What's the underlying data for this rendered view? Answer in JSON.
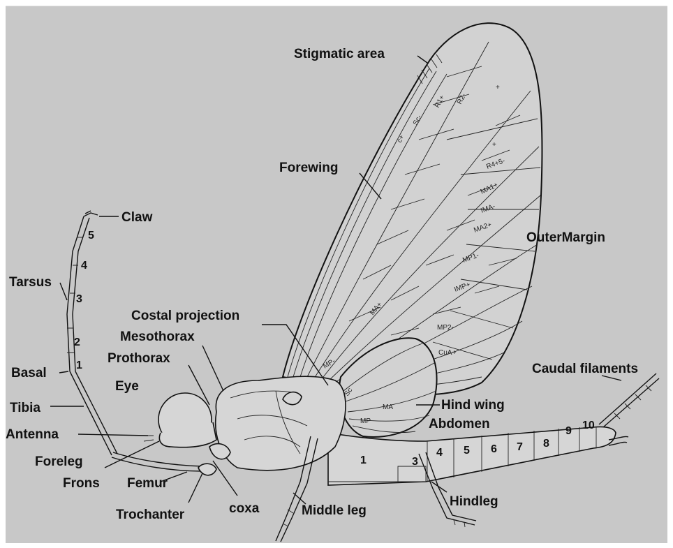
{
  "labels": {
    "stigmatic_area": "Stigmatic area",
    "forewing": "Forewing",
    "claw": "Claw",
    "outer_margin": "OuterMargin",
    "tarsus": "Tarsus",
    "costal_projection": "Costal projection",
    "mesothorax": "Mesothorax",
    "prothorax": "Prothorax",
    "basal": "Basal",
    "eye": "Eye",
    "tibia": "Tibia",
    "antenna": "Antenna",
    "foreleg": "Foreleg",
    "frons": "Frons",
    "femur": "Femur",
    "trochanter": "Trochanter",
    "coxa": "coxa",
    "middle_leg": "Middle leg",
    "hindleg": "Hindleg",
    "hind_wing": "Hind wing",
    "abdomen": "Abdomen",
    "caudal_filaments": "Caudal filaments"
  },
  "tarsal_segments": [
    "5",
    "4",
    "3",
    "2",
    "1"
  ],
  "abdominal_segments": [
    "1",
    "3",
    "4",
    "5",
    "6",
    "7",
    "8",
    "9",
    "10"
  ],
  "vein_labels": {
    "c": "c+",
    "sc": "Sc-",
    "r1": "R1+",
    "r2": "R2-",
    "plus": "+",
    "plus2": "+",
    "r45": "R4+5-",
    "ma1": "MA1+",
    "ima": "IMA-",
    "ma2": "MA2+",
    "mp1": "MP1-",
    "imp": "IMP+",
    "ma_plus": "MA+",
    "mp2": "MP2-",
    "cua": "CuA+",
    "mp": "MP-",
    "hw_sc": "Sc",
    "hw_ma": "MA",
    "hw_mp": "MP"
  },
  "colors": {
    "background": "#c8c8c8",
    "ink": "#111111"
  }
}
